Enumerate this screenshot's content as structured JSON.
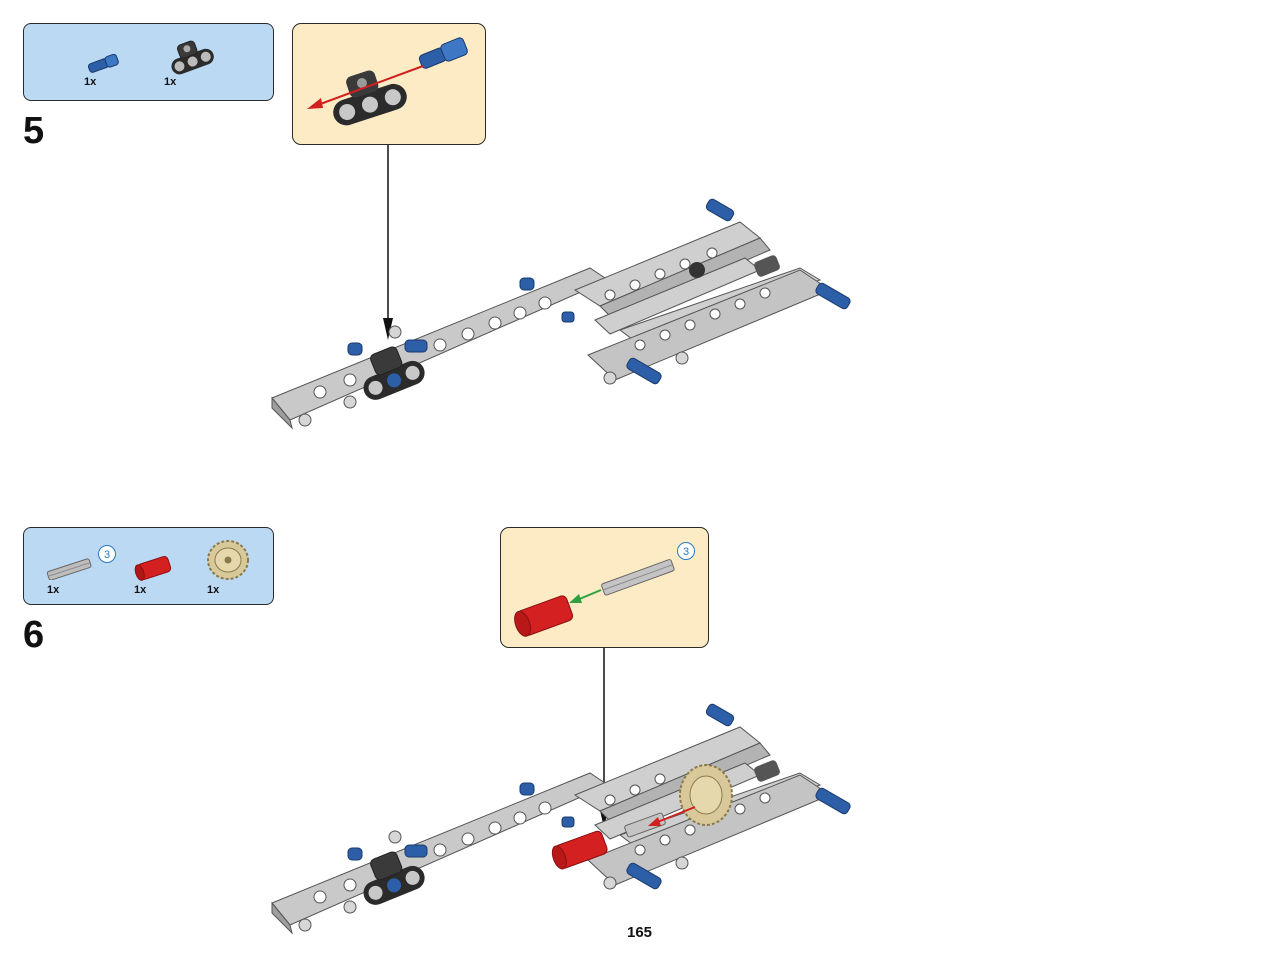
{
  "step5": {
    "number": "5",
    "parts": [
      {
        "icon": "blue-axle-pin-icon",
        "qty": "1x"
      },
      {
        "icon": "black-beam-connector-icon",
        "qty": "1x"
      }
    ]
  },
  "step6": {
    "number": "6",
    "parts": [
      {
        "icon": "grey-axle-icon",
        "qty": "1x",
        "length": "3"
      },
      {
        "icon": "red-axle-extender-icon",
        "qty": "1x"
      },
      {
        "icon": "tan-gear-icon",
        "qty": "1x"
      }
    ],
    "subassembly_length": "3"
  },
  "page_number": "165"
}
